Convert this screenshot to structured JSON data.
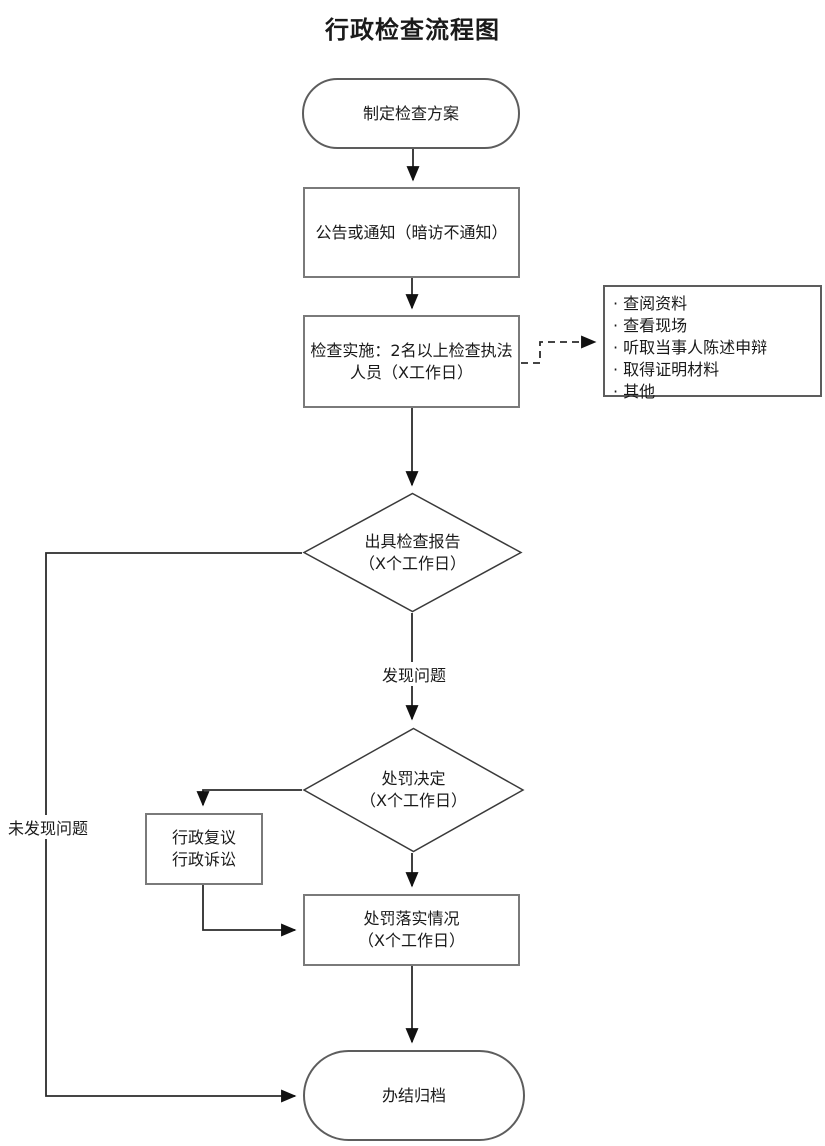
{
  "title": "行政检查流程图",
  "colors": {
    "line": "#2b2b2b",
    "box_border": "#7a7a7a",
    "stadium_border": "#5d5d5d",
    "diamond_border": "#3a3a3a",
    "background": "#ffffff",
    "text": "#1a1a1a"
  },
  "nodes": {
    "start": {
      "label": "制定检查方案"
    },
    "notice": {
      "label": "公告或通知（暗访不通知）"
    },
    "implement": {
      "line1": "检查实施：2名以上检查执法",
      "line2": "人员（X工作日）"
    },
    "methods": {
      "items": [
        "· 查阅资料",
        "· 查看现场",
        "· 听取当事人陈述申辩",
        "· 取得证明材料",
        "· 其他"
      ]
    },
    "report": {
      "line1": "出具检查报告",
      "line2": "（X个工作日）"
    },
    "decision": {
      "line1": "处罚决定",
      "line2": "（X个工作日）"
    },
    "review": {
      "line1": "行政复议",
      "line2": "行政诉讼"
    },
    "follow_up": {
      "line1": "处罚落实情况",
      "line2": "（X个工作日）"
    },
    "end": {
      "label": "办结归档"
    }
  },
  "edges": {
    "found": "发现问题",
    "not_found": "未发现问题"
  }
}
